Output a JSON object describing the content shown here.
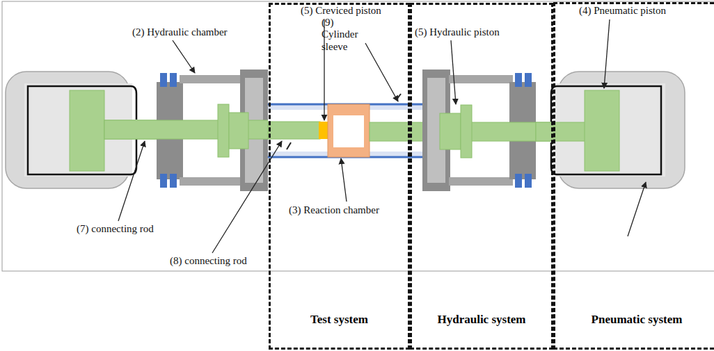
{
  "diagram": {
    "nodes": [
      {
        "text": [
          "Test system"
        ]
      },
      {
        "text": [
          "Hydraulic system"
        ]
      },
      {
        "text": [
          "Pneumatic system"
        ]
      }
    ],
    "labels": [
      "(2) Hydraulic chamber",
      "(5) Creviced piston",
      "(9) Cylinder sleeve",
      "(5) Hydraulic piston",
      "(4) Pneumatic piston",
      "(3) Reaction chamber",
      "(7) connecting rod",
      "(8) connecting rod"
    ]
  }
}
